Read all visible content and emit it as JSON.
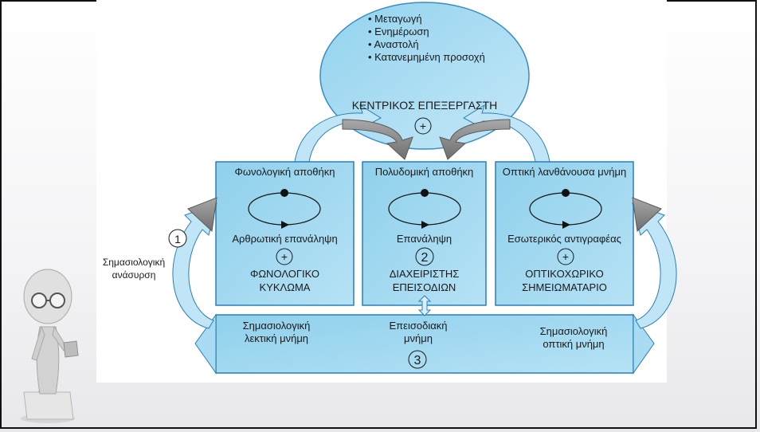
{
  "central": {
    "items": [
      "Μεταγωγή",
      "Ενημέρωση",
      "Αναστολή",
      "Κατανεμημένη προσοχή"
    ],
    "title": "ΚΕΝΤΡΙΚΟΣ ΕΠΕΞΕΡΓΑΣΤΗ",
    "symbol": "+"
  },
  "phonological": {
    "top": "Φωνολογική αποθήκη",
    "mid": "Αρθρωτική επανάληψη",
    "symbol": "+",
    "title1": "ΦΩΝΟΛΟΓΙΚΟ",
    "title2": "ΚΥΚΛΩΜΑ"
  },
  "episodic_buffer": {
    "top": "Πολυδομική αποθήκη",
    "mid": "Επανάληψη",
    "number": "2",
    "title1": "ΔΙΑΧΕΙΡΙΣΤΗΣ",
    "title2": "ΕΠΕΙΣΟΔΙΩΝ"
  },
  "visuospatial": {
    "top": "Οπτική λανθάνουσα μνήμη",
    "mid": "Εσωτερικός αντιγραφέας",
    "symbol": "+",
    "title1": "ΟΠΤΙΚΟΧΩΡΙΚΟ",
    "title2": "ΣΗΜΕΙΩΜΑΤΑΡΙΟ"
  },
  "long_term": {
    "left1": "Σημασιολογική",
    "left2": "λεκτική μνήμη",
    "center1": "Επεισοδιακή",
    "center2": "μνήμη",
    "right1": "Σημασιολογική",
    "right2": "οπτική μνήμη",
    "number": "3"
  },
  "retrieval": {
    "number": "1",
    "label1": "Σημασιολογική",
    "label2": "ανάσυρση"
  },
  "colors": {
    "box_fill": "#9fd6ee",
    "box_stroke": "#2b7fb5",
    "ellipse_fill": "#a9dcf2",
    "arrow_gray": "#8c8c8c",
    "arrow_blue": "#b9e3f5"
  }
}
